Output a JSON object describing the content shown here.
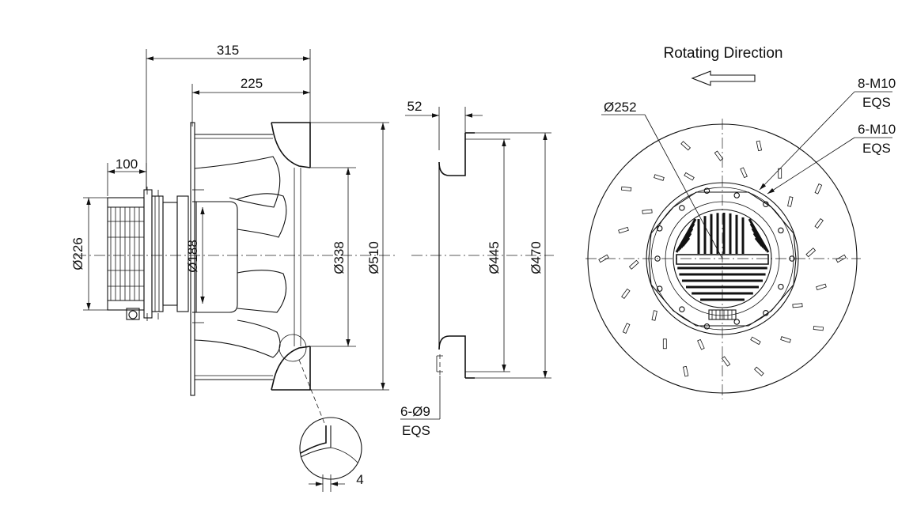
{
  "side_view": {
    "dims": {
      "overall_length": "315",
      "impeller_length": "225",
      "motor_length": "100",
      "motor_diameter": "Ø226",
      "hub_diameter": "Ø188",
      "inlet_diameter": "Ø338",
      "outer_diameter": "Ø510"
    },
    "detail_thickness": "4"
  },
  "inlet_ring": {
    "dims": {
      "depth": "52",
      "inner_diameter": "Ø445",
      "outer_diameter": "Ø470"
    },
    "holes": "6-Ø9",
    "holes_note": "EQS"
  },
  "front_view": {
    "title": "Rotating Direction",
    "bolt_circle": "Ø252",
    "thread1": "8-M10",
    "thread1_note": "EQS",
    "thread2": "6-M10",
    "thread2_note": "EQS"
  }
}
